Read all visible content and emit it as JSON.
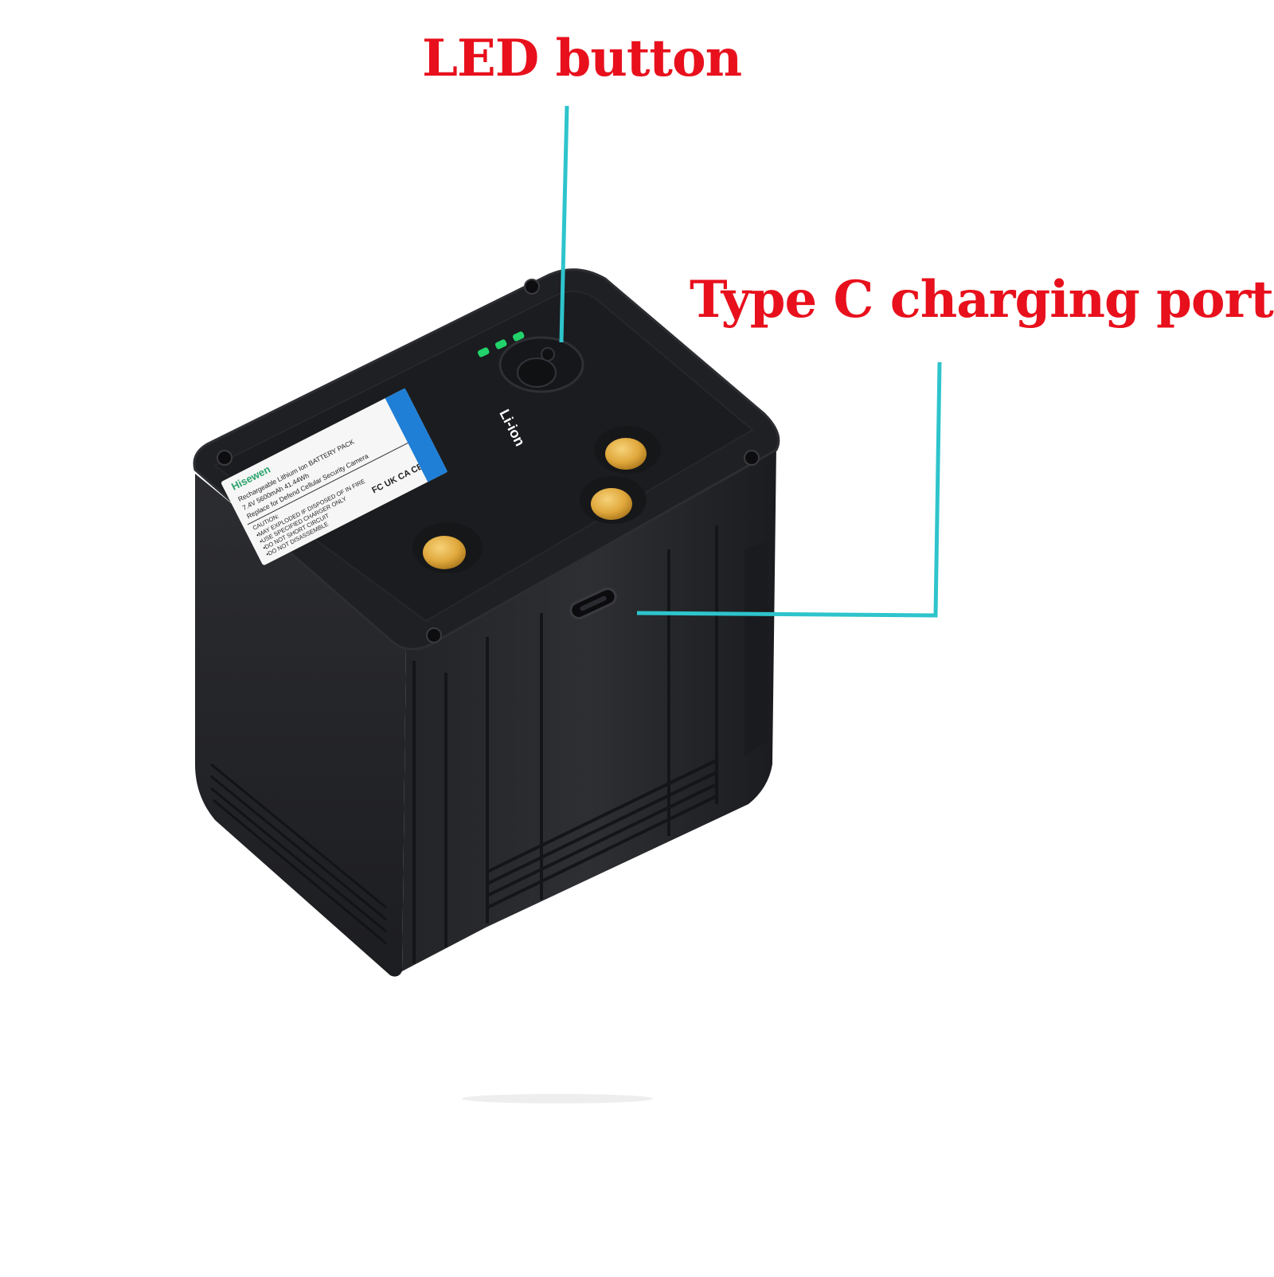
{
  "callouts": {
    "led_button": "LED button",
    "type_c_port": "Type C charging port"
  },
  "battery_label": {
    "brand": "Hisewen",
    "line1": "Rechargeable Lithium Ion BATTERY PACK",
    "line2": "7.4V 5600mAh 41.44Wh",
    "line3": "Replace for Defend Cellular Security Camera",
    "caution_title": "CAUTION:",
    "caution_1": "•MAY EXPLODED IF DISPOSED OF IN FIRE",
    "caution_2": "•USE SPECIFIED CHARGER ONLY",
    "caution_3": "•DO NOT SHORT CIRCUIT",
    "caution_4": "•DO NOT DISASSEMBLE",
    "cert_marks": "FC UK CA CE",
    "chemistry_badge": "Li-ion"
  },
  "led_indicator": {
    "lit_count": 3,
    "color": "#22d36b"
  },
  "colors": {
    "callout_text": "#e8101c",
    "leader_line": "#2ec4cc",
    "battery_body": "#2a2b2e",
    "battery_top": "#1e1f22",
    "contact_gold": "#e0a83c",
    "badge_blue": "#1f7fd6"
  }
}
